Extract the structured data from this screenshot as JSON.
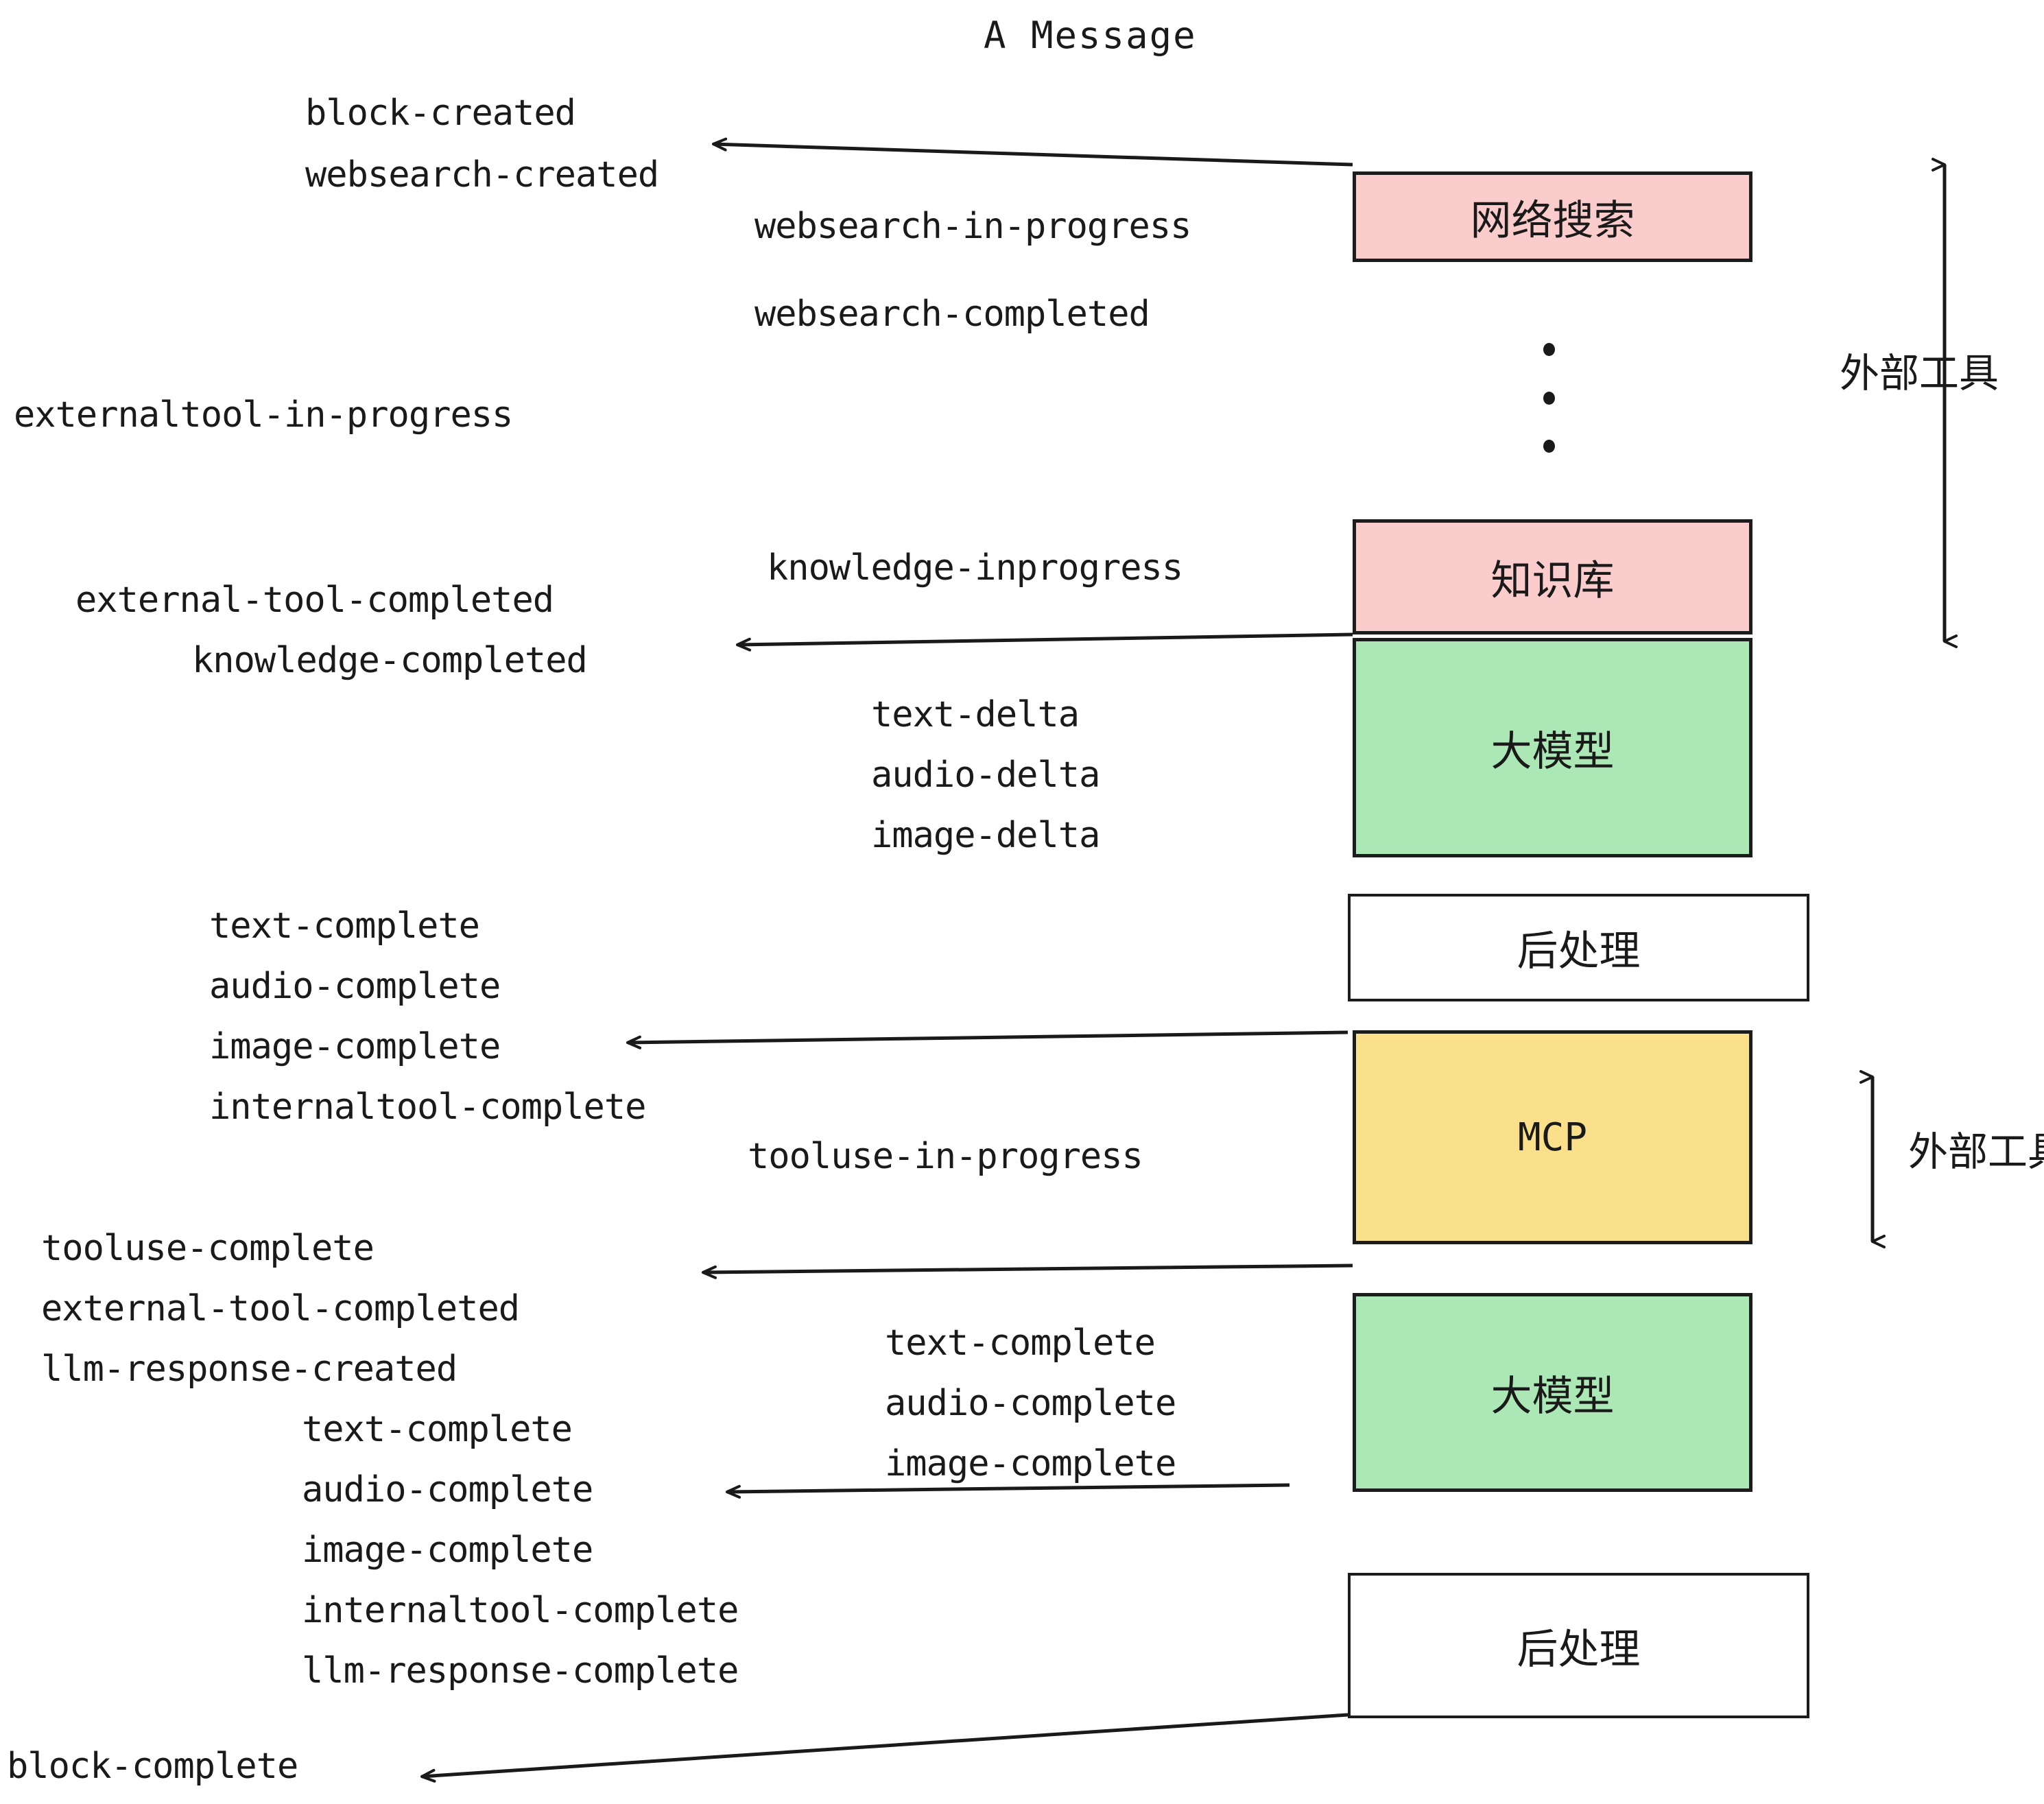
{
  "title": "A Message",
  "boxes": [
    {
      "label": "网络搜索",
      "kind": "external",
      "color": "#FBCCCC"
    },
    {
      "label": "知识库",
      "kind": "external",
      "color": "#FBCCCC"
    },
    {
      "label": "大模型",
      "kind": "llm",
      "color": "#ACE8B5"
    },
    {
      "label": "后处理",
      "kind": "post",
      "color": "#FFFFFF"
    },
    {
      "label": "MCP",
      "kind": "mcp",
      "color": "#FBE08C"
    },
    {
      "label": "大模型",
      "kind": "llm",
      "color": "#ACE8B5"
    },
    {
      "label": "后处理",
      "kind": "post",
      "color": "#FFFFFF"
    }
  ],
  "side_labels": [
    {
      "text": "外部工具"
    },
    {
      "text": "外部工具"
    }
  ],
  "events": [
    {
      "text": "block-created"
    },
    {
      "text": "websearch-created"
    },
    {
      "text": "websearch-in-progress"
    },
    {
      "text": "websearch-completed"
    },
    {
      "text": "externaltool-in-progress"
    },
    {
      "text": "knowledge-inprogress"
    },
    {
      "text": "external-tool-completed"
    },
    {
      "text": "knowledge-completed"
    },
    {
      "text": "text-delta"
    },
    {
      "text": "audio-delta"
    },
    {
      "text": "image-delta"
    },
    {
      "text": "text-complete"
    },
    {
      "text": "audio-complete"
    },
    {
      "text": "image-complete"
    },
    {
      "text": "internaltool-complete"
    },
    {
      "text": "tooluse-in-progress"
    },
    {
      "text": "tooluse-complete"
    },
    {
      "text": "external-tool-completed"
    },
    {
      "text": "llm-response-created"
    },
    {
      "text": "text-complete"
    },
    {
      "text": "audio-complete"
    },
    {
      "text": "image-complete"
    },
    {
      "text": "internaltool-complete"
    },
    {
      "text": "llm-response-complete"
    },
    {
      "text": "block-complete"
    }
  ],
  "colors": {
    "external_box": "#FBCCCC",
    "llm_box": "#ACE8B5",
    "mcp_box": "#FBE08C",
    "post_box": "#FFFFFF",
    "stroke": "#1C1C1C",
    "text": "#1A1A1A",
    "background": "#FFFFFF"
  }
}
